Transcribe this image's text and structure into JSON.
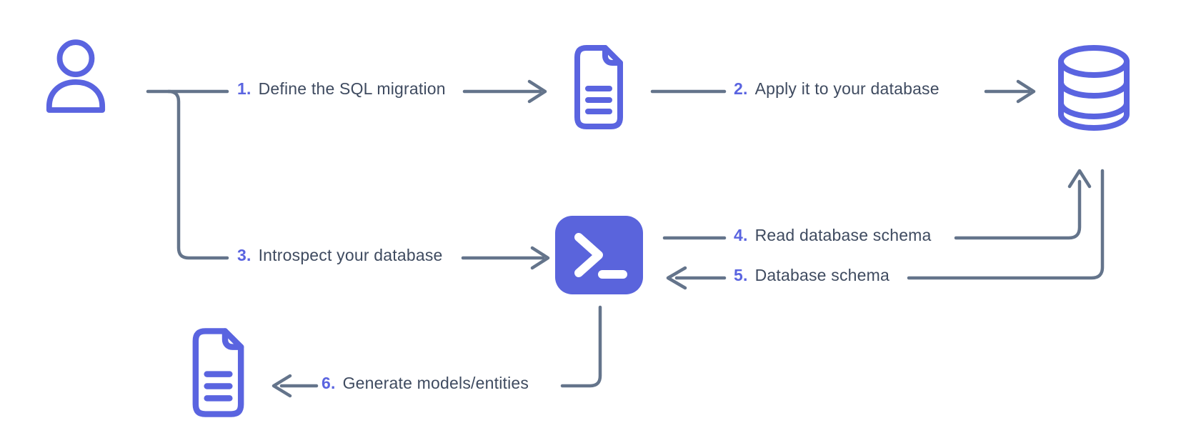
{
  "diagram": {
    "nodes": {
      "user": {
        "icon": "user-icon"
      },
      "migration_file": {
        "icon": "document-icon"
      },
      "database": {
        "icon": "database-icon"
      },
      "terminal": {
        "icon": "terminal-icon"
      },
      "models_file": {
        "icon": "document-icon"
      }
    },
    "steps": [
      {
        "num": "1.",
        "label": "Define the SQL migration"
      },
      {
        "num": "2.",
        "label": "Apply it to your database"
      },
      {
        "num": "3.",
        "label": "Introspect your database"
      },
      {
        "num": "4.",
        "label": "Read database schema"
      },
      {
        "num": "5.",
        "label": "Database schema"
      },
      {
        "num": "6.",
        "label": "Generate models/entities"
      }
    ]
  },
  "colors": {
    "accent": "#5A64E0",
    "accent_fill": "#5A64DC",
    "line": "#64748B",
    "text": "#3F4B60",
    "background": "#FFFFFF"
  }
}
